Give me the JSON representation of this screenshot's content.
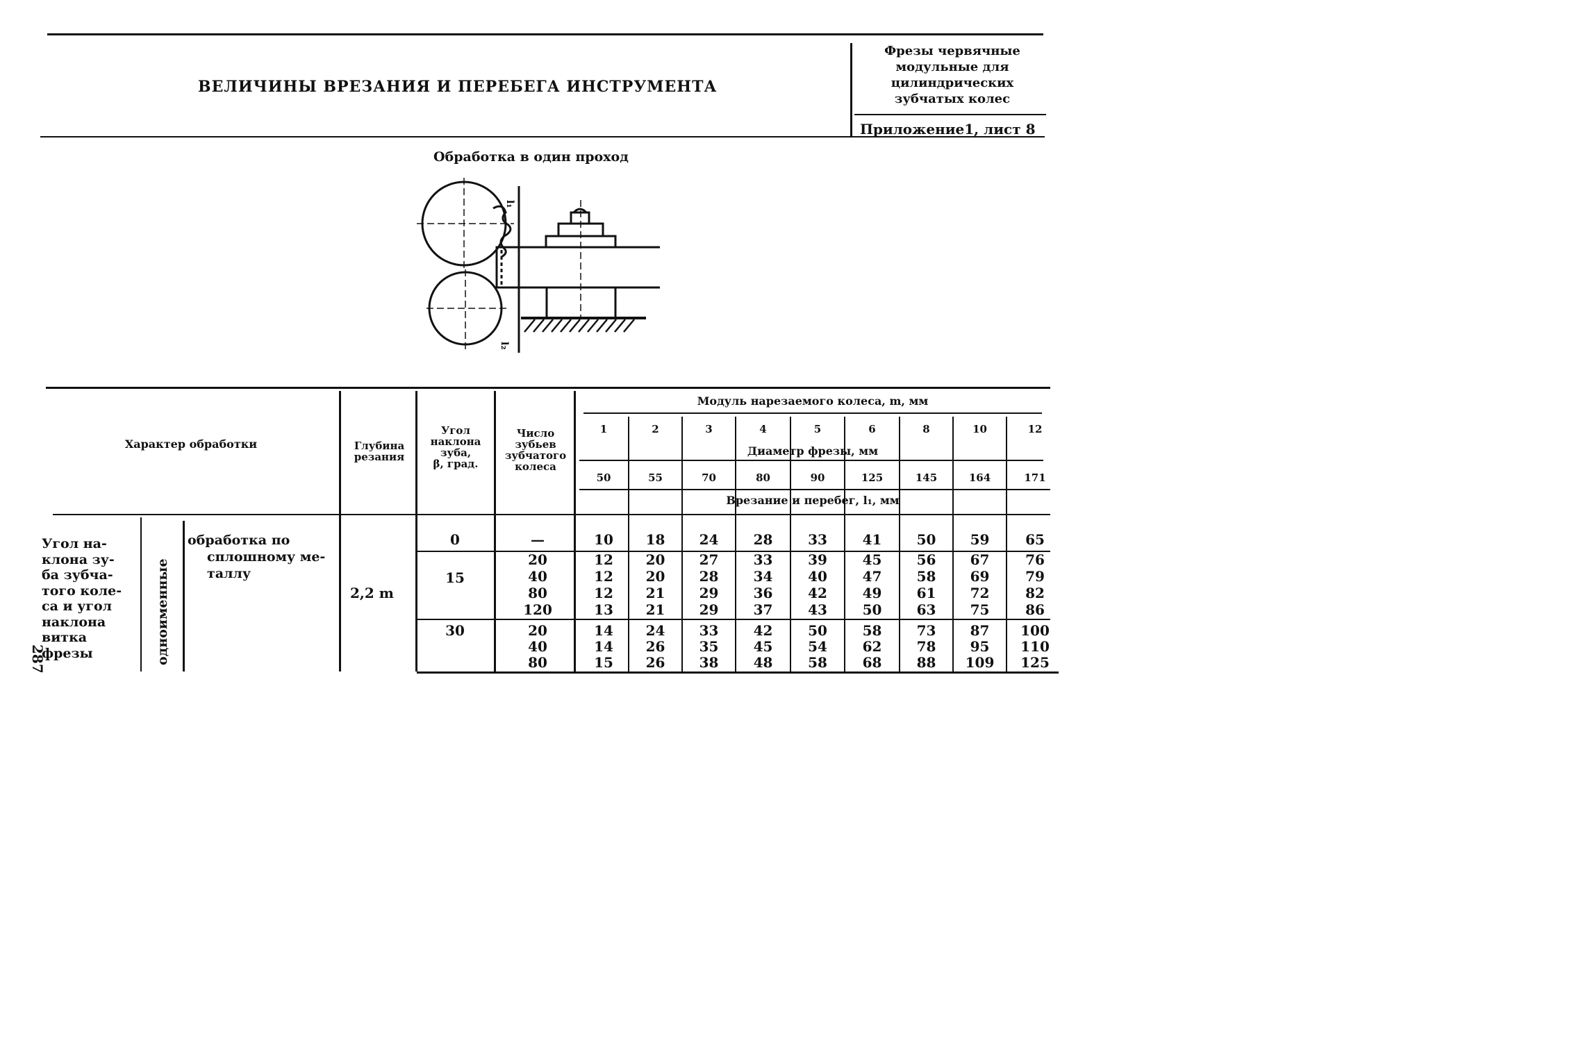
{
  "header": {
    "title": "ВЕЛИЧИНЫ ВРЕЗАНИЯ И ПЕРЕБЕГА ИНСТРУМЕНТА",
    "side_title_lines": [
      "Фрезы червячные",
      "модульные для",
      "цилиндрических",
      "зубчатых колес"
    ],
    "appendix": "Приложение1, лист 8"
  },
  "subtitle": "Обработка в один проход",
  "diagram": {
    "labels": {
      "top": "l₁",
      "bottom": "l₂"
    }
  },
  "table": {
    "headers": {
      "processing_type": "Характер обработки",
      "cutting_depth": "Глубина резания",
      "helix_angle": [
        "Угол",
        "наклона",
        "зуба,",
        "β, град."
      ],
      "teeth_count": [
        "Число",
        "зубьев",
        "зубчатого",
        "колеса"
      ],
      "module": "Модуль нарезаемого колеса, m, мм",
      "cutter_diameter": "Диаметр фрезы, мм",
      "infeed": "Врезание и перебег, l₁, мм"
    },
    "modules": [
      "1",
      "2",
      "3",
      "4",
      "5",
      "6",
      "8",
      "10",
      "12"
    ],
    "diameters": [
      "50",
      "55",
      "70",
      "80",
      "90",
      "125",
      "145",
      "164",
      "171"
    ],
    "row_label_lines": [
      "Угол на-",
      "клона зу-",
      "ба зубча-",
      "того коле-",
      "са и угол",
      "наклона",
      "витка",
      "фрезы"
    ],
    "row_sublabel": "одноименные",
    "process_desc_lines": [
      "обработка по",
      "сплошному ме-",
      "таллу"
    ],
    "depth": "2,2 m",
    "groups": [
      {
        "angle": "0",
        "teeth": [
          "—"
        ],
        "values": [
          [
            "10",
            "18",
            "24",
            "28",
            "33",
            "41",
            "50",
            "59",
            "65"
          ]
        ]
      },
      {
        "angle": "15",
        "teeth": [
          "20",
          "40",
          "80",
          "120"
        ],
        "values": [
          [
            "12",
            "20",
            "27",
            "33",
            "39",
            "45",
            "56",
            "67",
            "76"
          ],
          [
            "12",
            "20",
            "28",
            "34",
            "40",
            "47",
            "58",
            "69",
            "79"
          ],
          [
            "12",
            "21",
            "29",
            "36",
            "42",
            "49",
            "61",
            "72",
            "82"
          ],
          [
            "13",
            "21",
            "29",
            "37",
            "43",
            "50",
            "63",
            "75",
            "86"
          ]
        ]
      },
      {
        "angle": "30",
        "teeth": [
          "20",
          "40",
          "80"
        ],
        "values": [
          [
            "14",
            "24",
            "33",
            "42",
            "50",
            "58",
            "73",
            "87",
            "100"
          ],
          [
            "14",
            "26",
            "35",
            "45",
            "54",
            "62",
            "78",
            "95",
            "110"
          ],
          [
            "15",
            "26",
            "38",
            "48",
            "58",
            "68",
            "88",
            "109",
            "125"
          ]
        ]
      }
    ]
  },
  "page_number": "287"
}
